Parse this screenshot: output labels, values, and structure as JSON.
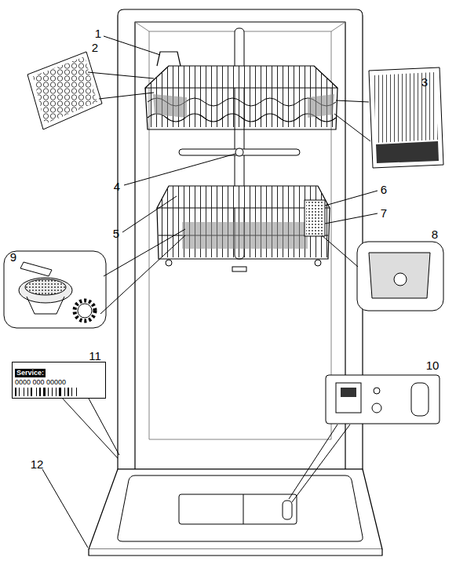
{
  "diagram": {
    "nodes": [
      {
        "text": [
          "Service:",
          "0000 000 00000"
        ]
      }
    ],
    "labels": [
      "1",
      "2",
      "3",
      "4",
      "5",
      "6",
      "7",
      "8",
      "9",
      "10",
      "11",
      "12"
    ]
  }
}
